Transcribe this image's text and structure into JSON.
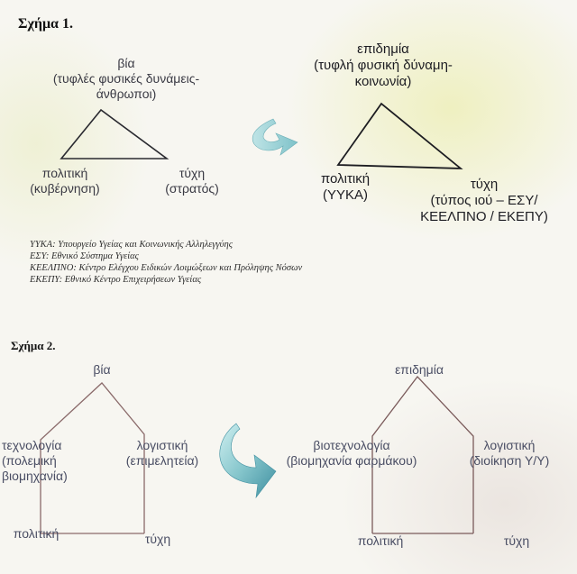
{
  "figure1": {
    "title": "Σχήμα 1.",
    "left_triangle": {
      "top_label": [
        "βία",
        "(τυφλές φυσικές δυνάμεις-",
        "άνθρωποι)"
      ],
      "bottom_left_label": [
        "πολιτική",
        "(κυβέρνηση)"
      ],
      "bottom_right_label": [
        "τύχη",
        "(στρατός)"
      ]
    },
    "right_triangle": {
      "top_label": [
        "επιδημία",
        "(τυφλή φυσική δύναμη-",
        "κοινωνία)"
      ],
      "bottom_left_label": [
        "πολιτική",
        "(ΥΥΚΑ)"
      ],
      "bottom_right_label": [
        "τύχη",
        "(τύπος ιού – ΕΣΥ/",
        "ΚΕΕΛΠΝΟ / ΕΚΕΠΥ)"
      ]
    },
    "legend": [
      "ΥΥΚΑ: Υπουργείο Υγείας και Κοινωνικής Αλληλεγγύης",
      "ΕΣΥ: Εθνικό Σύστημα Υγείας",
      "ΚΕΕΛΠΝΟ: Κέντρο Ελέγχου Ειδικών Λοιμώξεων και Πρόληψης Νόσων",
      "ΕΚΕΠΥ: Εθνικό Κέντρο Επιχειρήσεων Υγείας"
    ]
  },
  "figure2": {
    "title": "Σχήμα 2.",
    "left_house": {
      "top_label": "βία",
      "left_label": [
        "τεχνολογία",
        "(πολεμική",
        "βιομηχανία)"
      ],
      "right_label": [
        "λογιστική",
        "(επιμελητεία)"
      ],
      "bottom_left_label": "πολιτική",
      "bottom_right_label": "τύχη"
    },
    "right_house": {
      "top_label": "επιδημία",
      "left_label": [
        "βιοτεχνολογία",
        "(βιομηχανία φαρμάκου)"
      ],
      "right_label": [
        "λογιστική",
        "(διοίκηση Υ/Υ)"
      ],
      "bottom_left_label": "πολιτική",
      "bottom_right_label": "τύχη"
    }
  },
  "colors": {
    "line": "#2a2a30",
    "house_line": "#8a6a6a",
    "arrow_light": "#bfe4e6",
    "arrow_dark": "#3f8fa0"
  },
  "icons": [
    "curved-arrow-icon",
    "curved-arrow-icon"
  ]
}
